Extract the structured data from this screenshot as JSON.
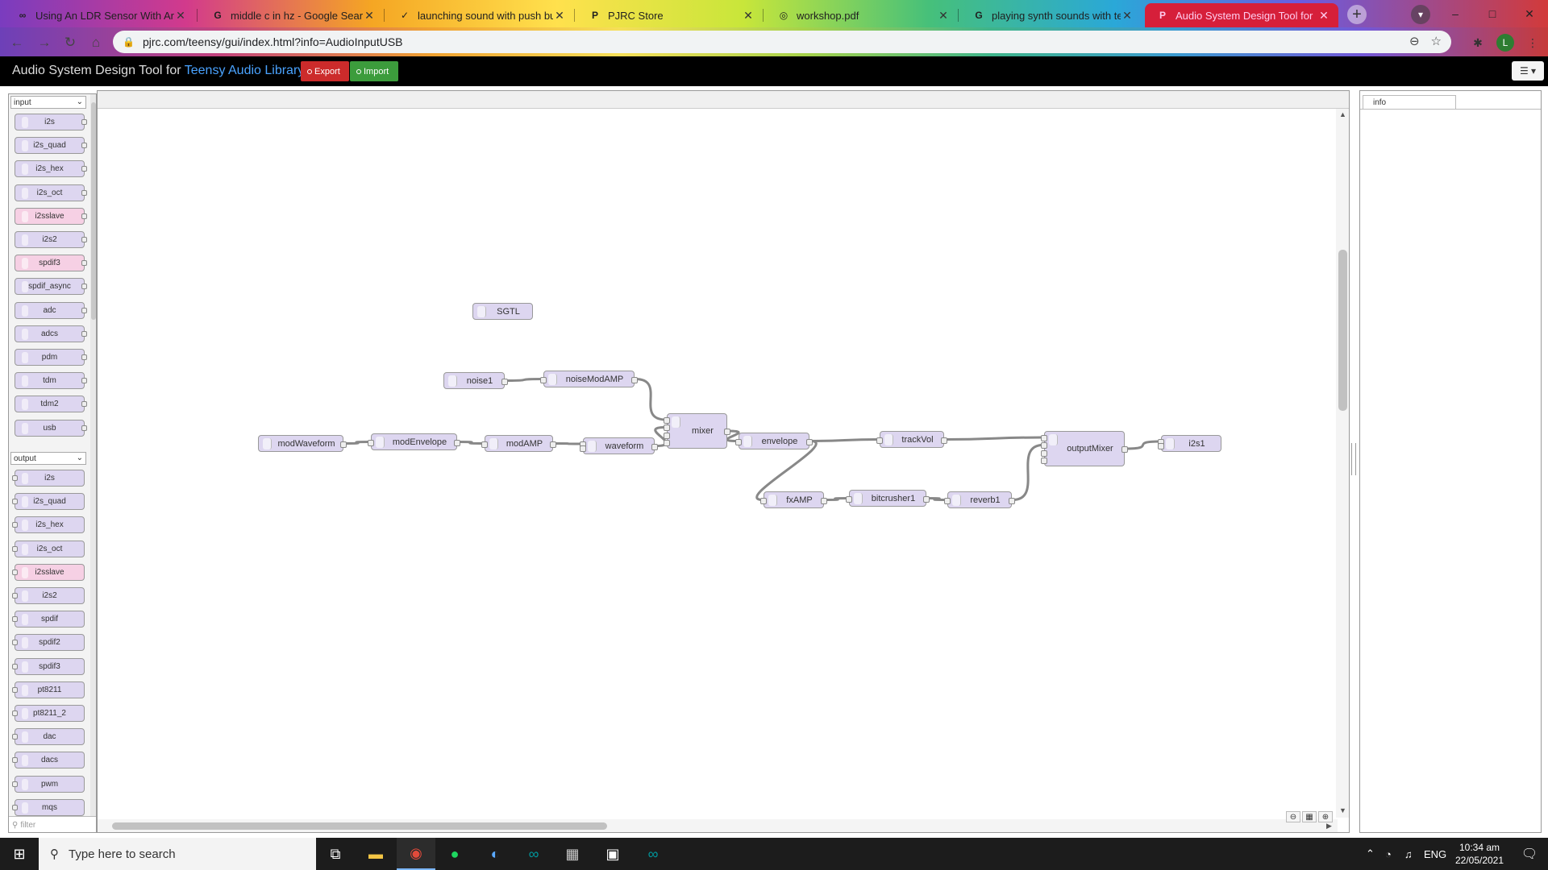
{
  "tabs": [
    {
      "favicon": "∞",
      "title": "Using An LDR Sensor With Ardu"
    },
    {
      "favicon": "G",
      "title": "middle c in hz - Google Search"
    },
    {
      "favicon": "✓",
      "title": "launching sound with push butt"
    },
    {
      "favicon": "P",
      "title": "PJRC Store"
    },
    {
      "favicon": "◎",
      "title": "workshop.pdf"
    },
    {
      "favicon": "G",
      "title": "playing synth sounds with teens"
    },
    {
      "favicon": "P",
      "title": "Audio System Design Tool for"
    }
  ],
  "address": {
    "url": "pjrc.com/teensy/gui/index.html?info=AudioInputUSB"
  },
  "app": {
    "title_prefix": "Audio System Design Tool for ",
    "title_link": "Teensy Audio Library",
    "export_label": "Export",
    "import_label": "Import"
  },
  "palette": {
    "input_category": "input",
    "input_nodes": [
      {
        "label": "i2s",
        "pink": false
      },
      {
        "label": "i2s_quad",
        "pink": false
      },
      {
        "label": "i2s_hex",
        "pink": false
      },
      {
        "label": "i2s_oct",
        "pink": false
      },
      {
        "label": "i2sslave",
        "pink": true
      },
      {
        "label": "i2s2",
        "pink": false
      },
      {
        "label": "spdif3",
        "pink": true
      },
      {
        "label": "spdif_async",
        "pink": false
      },
      {
        "label": "adc",
        "pink": false
      },
      {
        "label": "adcs",
        "pink": false
      },
      {
        "label": "pdm",
        "pink": false
      },
      {
        "label": "tdm",
        "pink": false
      },
      {
        "label": "tdm2",
        "pink": false
      },
      {
        "label": "usb",
        "pink": false
      }
    ],
    "output_category": "output",
    "output_nodes": [
      {
        "label": "i2s",
        "pink": false
      },
      {
        "label": "i2s_quad",
        "pink": false
      },
      {
        "label": "i2s_hex",
        "pink": false
      },
      {
        "label": "i2s_oct",
        "pink": false
      },
      {
        "label": "i2sslave",
        "pink": true
      },
      {
        "label": "i2s2",
        "pink": false
      },
      {
        "label": "spdif",
        "pink": false
      },
      {
        "label": "spdif2",
        "pink": false
      },
      {
        "label": "spdif3",
        "pink": false
      },
      {
        "label": "pt8211",
        "pink": false
      },
      {
        "label": "pt8211_2",
        "pink": false
      },
      {
        "label": "dac",
        "pink": false
      },
      {
        "label": "dacs",
        "pink": false
      },
      {
        "label": "pwm",
        "pink": false
      },
      {
        "label": "mqs",
        "pink": false
      }
    ],
    "filter_placeholder": "filter"
  },
  "nodes": [
    {
      "id": "SGTL",
      "label": "SGTL"
    },
    {
      "id": "noise1",
      "label": "noise1"
    },
    {
      "id": "noiseModAMP",
      "label": "noiseModAMP"
    },
    {
      "id": "mixer",
      "label": "mixer"
    },
    {
      "id": "modWaveform",
      "label": "modWaveform"
    },
    {
      "id": "modEnvelope",
      "label": "modEnvelope"
    },
    {
      "id": "modAMP",
      "label": "modAMP"
    },
    {
      "id": "waveform",
      "label": "waveform"
    },
    {
      "id": "envelope",
      "label": "envelope"
    },
    {
      "id": "trackVol",
      "label": "trackVol"
    },
    {
      "id": "outputMixer",
      "label": "outputMixer"
    },
    {
      "id": "i2s1",
      "label": "i2s1"
    },
    {
      "id": "fxAMP",
      "label": "fxAMP"
    },
    {
      "id": "bitcrusher1",
      "label": "bitcrusher1"
    },
    {
      "id": "reverb1",
      "label": "reverb1"
    }
  ],
  "connections": [
    [
      "noise1",
      "noiseModAMP"
    ],
    [
      "noiseModAMP",
      "mixer"
    ],
    [
      "modWaveform",
      "modEnvelope"
    ],
    [
      "modEnvelope",
      "modAMP"
    ],
    [
      "modAMP",
      "waveform"
    ],
    [
      "waveform",
      "mixer"
    ],
    [
      "mixer",
      "envelope"
    ],
    [
      "envelope",
      "trackVol"
    ],
    [
      "envelope",
      "fxAMP"
    ],
    [
      "fxAMP",
      "bitcrusher1"
    ],
    [
      "bitcrusher1",
      "reverb1"
    ],
    [
      "trackVol",
      "outputMixer"
    ],
    [
      "reverb1",
      "outputMixer"
    ],
    [
      "outputMixer",
      "i2s1"
    ]
  ],
  "sidebar": {
    "tab_label": "info"
  },
  "taskbar": {
    "search_placeholder": "Type here to search",
    "language": "ENG",
    "time": "10:34 am",
    "date": "22/05/2021"
  },
  "profile_initial": "L",
  "colors": {
    "node_fill": "#ddd6f0",
    "node_pink": "#f6d0e4",
    "export": "#cc2b2b",
    "import": "#3c9c3c",
    "link": "#4aa3ff"
  }
}
